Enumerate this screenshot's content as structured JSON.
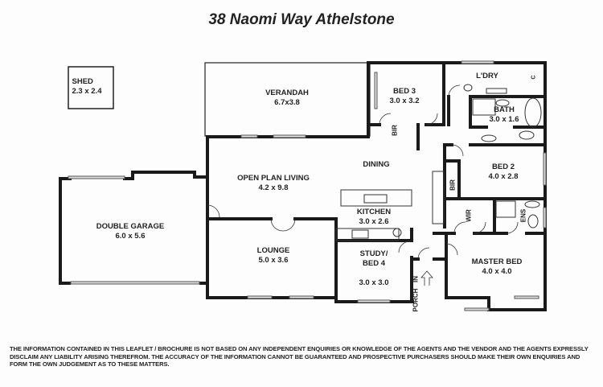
{
  "title": "38 Naomi Way Athelstone",
  "rooms": [
    {
      "id": "shed",
      "name": "SHED",
      "dims": "2.3 x 2.4"
    },
    {
      "id": "verandah",
      "name": "VERANDAH",
      "dims": "6.7x3.8"
    },
    {
      "id": "bed3",
      "name": "BED 3",
      "dims": "3.0 x 3.2"
    },
    {
      "id": "laundry",
      "name": "L'DRY",
      "dims": ""
    },
    {
      "id": "bath",
      "name": "BATH",
      "dims": "3.0 x 1.6"
    },
    {
      "id": "dining",
      "name": "DINING",
      "dims": ""
    },
    {
      "id": "living",
      "name": "OPEN PLAN LIVING",
      "dims": "4.2 x 9.8"
    },
    {
      "id": "kitchen",
      "name": "KITCHEN",
      "dims": "3.0 x 2.6"
    },
    {
      "id": "bed2",
      "name": "BED 2",
      "dims": "4.0 x 2.8"
    },
    {
      "id": "garage",
      "name": "DOUBLE GARAGE",
      "dims": "6.0 x 5.6"
    },
    {
      "id": "lounge",
      "name": "LOUNGE",
      "dims": "5.0 x 3.6"
    },
    {
      "id": "study",
      "name": "STUDY/\nBED 4",
      "dims": "3.0 x 3.0"
    },
    {
      "id": "master",
      "name": "MASTER BED",
      "dims": "4.0 x 4.0"
    }
  ],
  "small_labels": {
    "bir_bed3": "BIR",
    "bir_bed2": "BIR",
    "wir": "WIR",
    "ens": "ENS",
    "porch": "PORCH",
    "in": "IN",
    "wc": "C"
  },
  "disclaimer": "THE INFORMATION CONTAINED IN THIS LEAFLET / BROCHURE IS NOT BASED ON ANY INDEPENDENT ENQUIRIES OR KNOWLEDGE OF THE AGENTS AND THE VENDOR AND THE AGENTS EXPRESSLY DISCLAIM ANY LIABILITY ARISING THEREFROM.  THE ACCURACY OF THE INFORMATION CANNOT BE GUARANTEED AND PROSPECTIVE PURCHASERS SHOULD MAKE THEIR OWN ENQUIRIES AND FORM THE OWN JUDGEMENT AS TO THESE MATTERS."
}
